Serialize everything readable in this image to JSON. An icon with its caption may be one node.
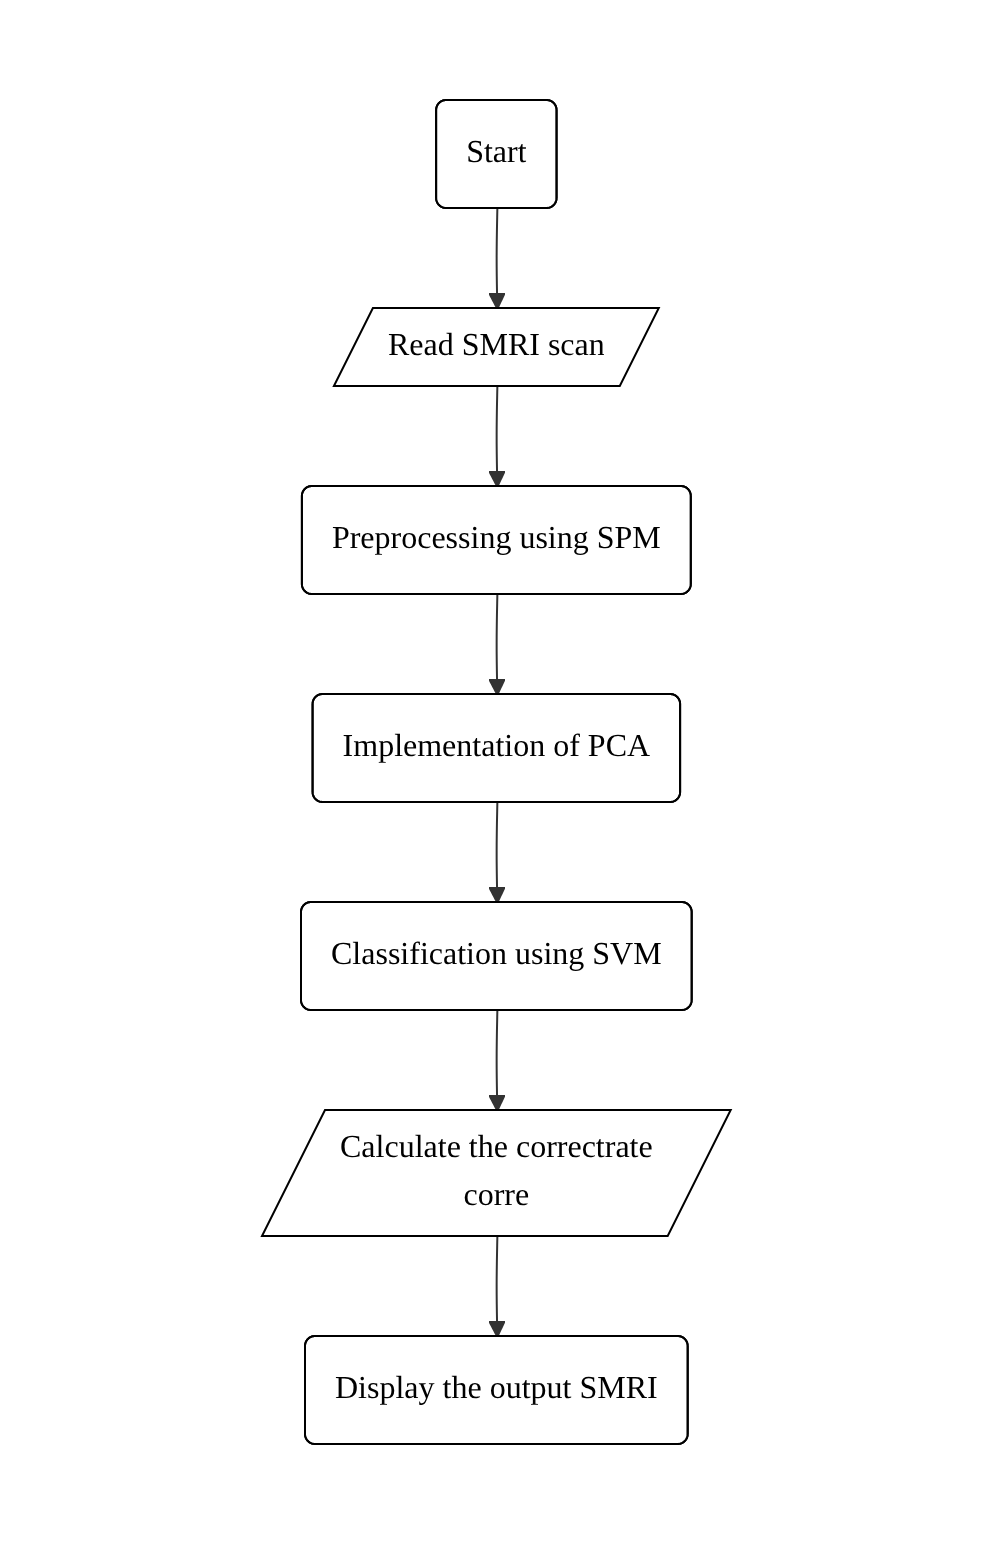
{
  "diagram": {
    "nodes": [
      {
        "text": [
          "Start"
        ]
      },
      {
        "text": [
          "Read SMRI scan"
        ]
      },
      {
        "text": [
          "Preprocessing using SPM"
        ]
      },
      {
        "text": [
          "Implementation of PCA"
        ]
      },
      {
        "text": [
          "Classification using SVM"
        ]
      },
      {
        "text": [
          "Calculate the correctrate",
          "corre"
        ]
      },
      {
        "text": [
          "Display the output SMRI"
        ]
      }
    ],
    "edges": [
      {
        "from": 0,
        "to": 1,
        "arrow": "to"
      },
      {
        "from": 1,
        "to": 2,
        "arrow": "to"
      },
      {
        "from": 2,
        "to": 3,
        "arrow": "to"
      },
      {
        "from": 3,
        "to": 4,
        "arrow": "to"
      },
      {
        "from": 4,
        "to": 5,
        "arrow": "to"
      },
      {
        "from": 5,
        "to": 6,
        "arrow": "to"
      }
    ]
  }
}
